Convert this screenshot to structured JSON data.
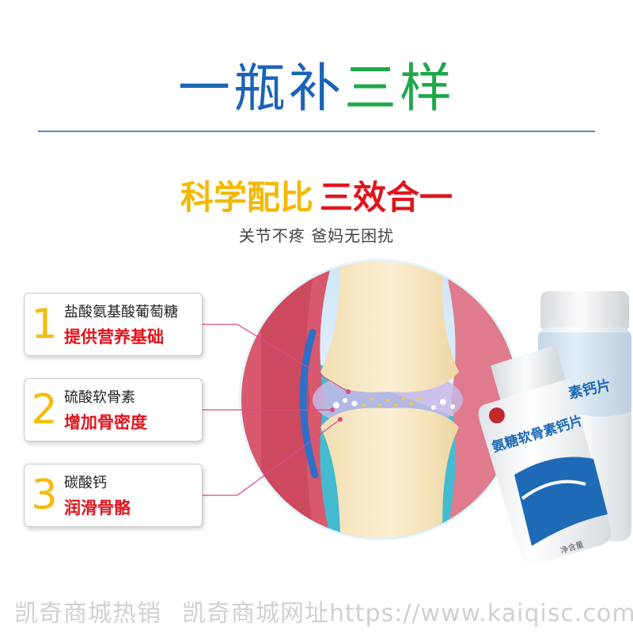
{
  "headline": {
    "part1": "一瓶补",
    "part2": "三样"
  },
  "subheadline": {
    "part1": "科学配比",
    "part2": "三效合一"
  },
  "tagline": "关节不疼  爸妈无困扰",
  "features": [
    {
      "number": "1",
      "ingredient": "盐酸氨基酸葡萄糖",
      "benefit": "提供营养基础"
    },
    {
      "number": "2",
      "ingredient": "硫酸软骨素",
      "benefit": "增加骨密度"
    },
    {
      "number": "3",
      "ingredient": "碳酸钙",
      "benefit": "润滑骨骼"
    }
  ],
  "product": {
    "front_label": "氨糖软骨素钙片",
    "back_label": "素钙片",
    "net_content": "净含量"
  },
  "watermark": {
    "part1": "凯奇商城热销",
    "part2": "凯奇商城网址https://www.kaiqisc.com"
  },
  "colors": {
    "headline_blue": "#1b63b8",
    "headline_green": "#1ea84a",
    "yellow": "#f4b800",
    "red": "#e0151d",
    "bottle_blue": "#1e6ab6"
  }
}
